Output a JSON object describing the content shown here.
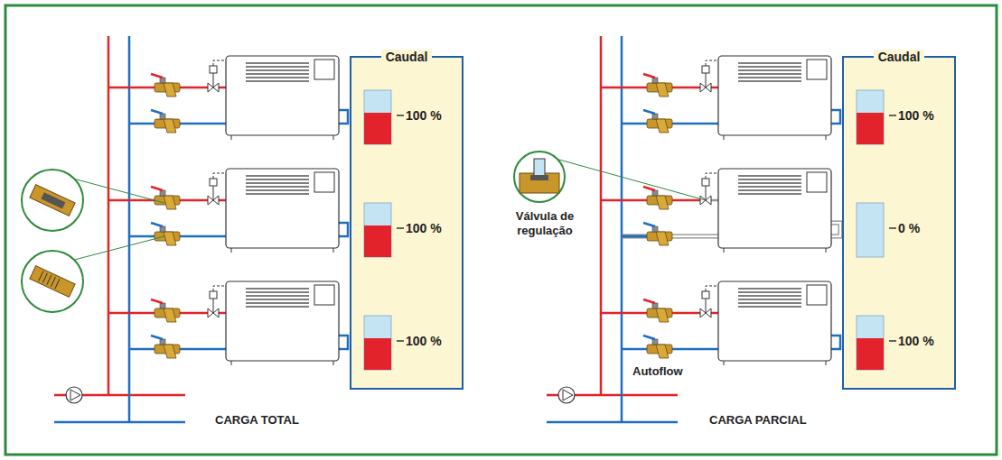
{
  "diagram": {
    "nodes": [
      {
        "text": [
          "Caudal",
          "100 %",
          "100 %",
          "100 %"
        ]
      },
      {
        "text": [
          "Caudal",
          "100 %",
          "0 %",
          "100 %"
        ]
      }
    ],
    "labels": [
      "Válvula de regulação",
      "Autoflow",
      "CARGA TOTAL",
      "CARGA PARCIAL"
    ]
  }
}
